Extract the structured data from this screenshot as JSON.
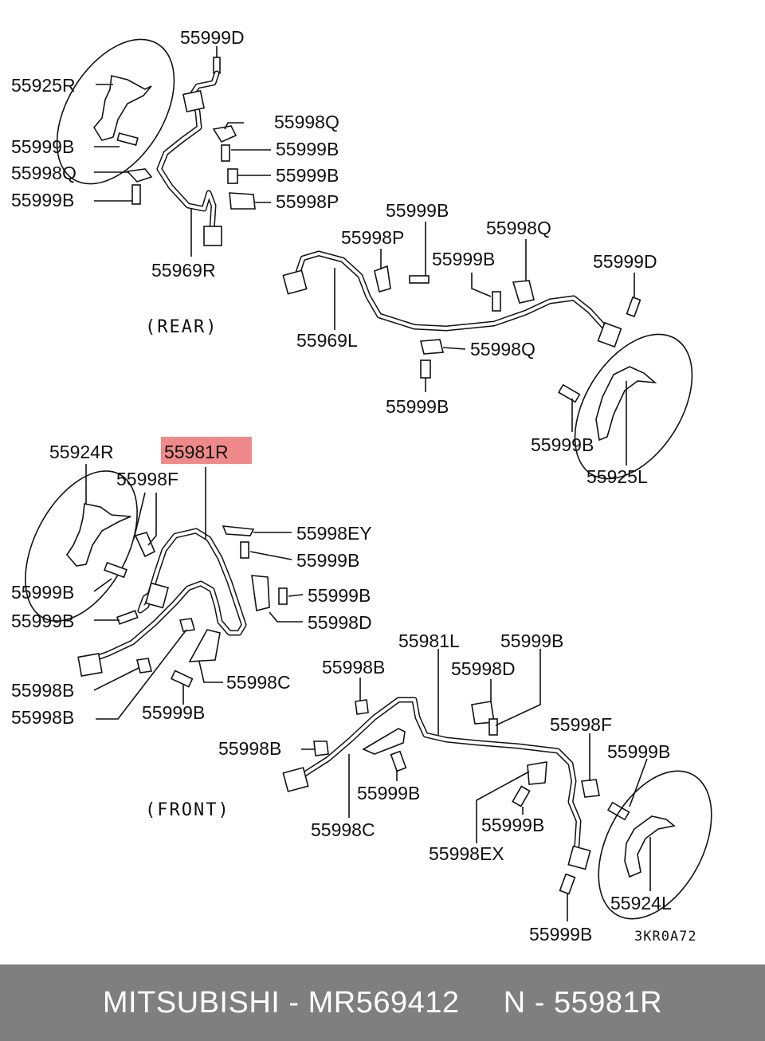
{
  "highlight_color": "#f08a8a",
  "footer": {
    "text": "MITSUBISHI - MR569412     N - 55981R",
    "background": "#7f7f7f"
  },
  "sections": {
    "rear": "(REAR)",
    "front": "(FRONT)"
  },
  "diagram_code": "3KR0A72",
  "rear_labels": {
    "l1": "55999D",
    "l2": "55925R",
    "l3": "55999B",
    "l4": "55998Q",
    "l5": "55999B",
    "l6": "55998Q",
    "l7": "55999B",
    "l8": "55999B",
    "l9": "55998P",
    "l10": "55969R",
    "l11": "55999B",
    "l12": "55998P",
    "l13": "55998Q",
    "l14": "55999B",
    "l15": "55999D",
    "l16": "55969L",
    "l17": "55998Q",
    "l18": "55999B",
    "l19": "55999B",
    "l20": "55925L"
  },
  "front_labels": {
    "f1": "55924R",
    "f2": "55981R",
    "f3": "55998F",
    "f4": "55998EY",
    "f5": "55999B",
    "f6": "55999B",
    "f7": "55999B",
    "f8": "55999B",
    "f9": "55998D",
    "f10": "55998B",
    "f11": "55998C",
    "f12": "55998B",
    "f13": "55999B",
    "f14": "55981L",
    "f15": "55999B",
    "f16": "55998B",
    "f17": "55998D",
    "f18": "55998F",
    "f19": "55998B",
    "f20": "55999B",
    "f21": "55999B",
    "f22": "55998C",
    "f23": "55999B",
    "f24": "55998EX",
    "f25": "55924L",
    "f26": "55999B"
  }
}
